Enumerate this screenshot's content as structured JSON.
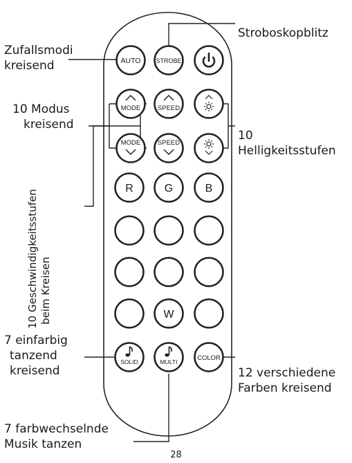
{
  "labels": {
    "random_modes": [
      "Zufallsmodi",
      "kreisend"
    ],
    "strobe": "Stroboskopblitz",
    "modes": [
      "10 Modus",
      "kreisend"
    ],
    "brightness": [
      "10",
      "Helligkeitsstufen"
    ],
    "speed": [
      "10 Geschwindigkeitsstufen",
      "beim Kreisen"
    ],
    "solid": [
      "7 einfarbig",
      "tanzend",
      "kreisend"
    ],
    "colors": [
      "12 verschiedene",
      "Farben kreisend"
    ],
    "music": [
      "7 farbwechselnde",
      "Musik tanzen"
    ]
  },
  "buttons": {
    "auto": "AUTO",
    "strobe": "STROBE",
    "mode_up": "MODE",
    "speed_up": "SPEED",
    "mode_down": "MODE",
    "speed_down": "SPEED",
    "red": "R",
    "green": "G",
    "blue": "B",
    "white": "W",
    "solid": "SOLID",
    "multi": "MULTI",
    "color": "COLOR"
  },
  "page_number": "28",
  "icons": [
    "power-icon",
    "chevron-up-icon",
    "chevron-down-icon",
    "brightness-up-icon",
    "brightness-down-icon",
    "music-note-icon"
  ]
}
